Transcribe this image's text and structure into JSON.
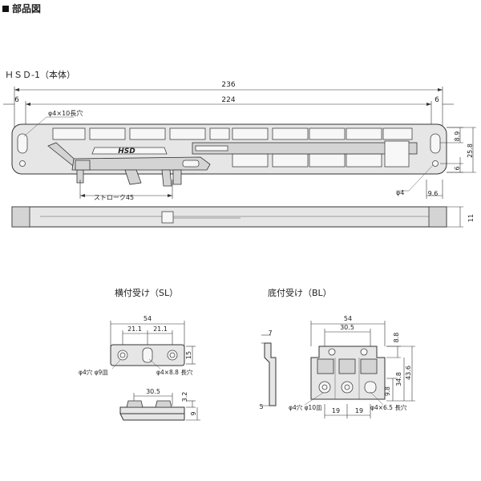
{
  "header": {
    "title": "部品図"
  },
  "main": {
    "title": "ＨＳＤ-1（本体）",
    "dims": {
      "overall": "236",
      "inner": "224",
      "left_end": "6",
      "right_end": "6",
      "h_8_9": "8.9",
      "h_25_8": "25.8",
      "h_6": "6",
      "w_9_6": "9.6",
      "side_11": "11"
    },
    "notes": {
      "hole": "φ4×10長穴",
      "stroke": "ストローク45",
      "hole_phi4": "φ4"
    },
    "logo": "HSD"
  },
  "sl": {
    "title": "横付受け（SL）",
    "dims": {
      "w54": "54",
      "a21": "21.1",
      "b21": "21.1",
      "h15": "15",
      "w30": "30.5",
      "h32": "3.2",
      "h9": "9"
    },
    "notes": {
      "hole_left": "φ4穴 φ9皿",
      "hole_right": "φ4×8.8 長穴"
    }
  },
  "bl": {
    "title": "底付受け（BL）",
    "dims": {
      "w54": "54",
      "w30": "30.5",
      "h7": "7",
      "h8": "8.8",
      "h34": "34.8",
      "h43": "43.6",
      "h9": "9.8",
      "h5": "5",
      "a19": "19",
      "b19": "19"
    },
    "notes": {
      "hole_left": "φ4穴 φ10皿",
      "hole_right": "φ4×6.5 長穴"
    }
  }
}
